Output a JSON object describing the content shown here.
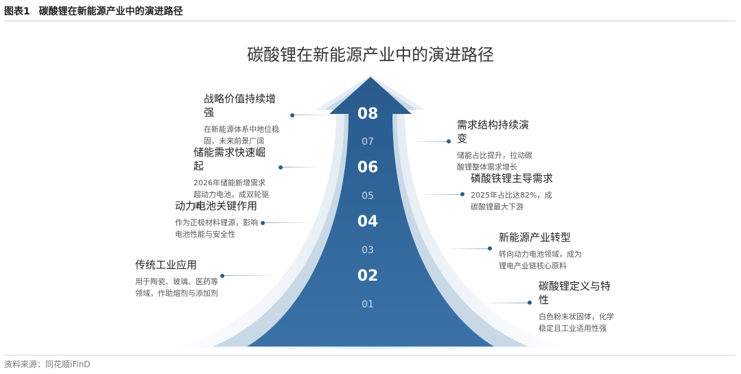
{
  "figure": {
    "number": "图表1",
    "caption": "碳酸锂在新能源产业中的演进路径",
    "title": "碳酸锂在新能源产业中的演进路径",
    "source": "资料来源：同花顺iFinD"
  },
  "steps": [
    "01",
    "02",
    "03",
    "04",
    "05",
    "06",
    "07",
    "08"
  ],
  "left_items": [
    {
      "title": "战略价值持续增强",
      "desc": "在新能源体系中地位稳固，未来前景广阔"
    },
    {
      "title": "储能需求快速崛起",
      "desc": "2026年储能新增需求超动力电池，成双轮驱动"
    },
    {
      "title": "动力电池关键作用",
      "desc": "作为正极材料锂源，影响电池性能与安全性"
    },
    {
      "title": "传统工业应用",
      "desc": "用于陶瓷、玻璃、医药等领域，作助熔剂与添加剂"
    }
  ],
  "right_items": [
    {
      "title": "需求结构持续演变",
      "desc": "储能占比提升，拉动碳酸锂整体需求增长"
    },
    {
      "title": "磷酸铁锂主导需求",
      "desc": "2025年占比达82%，成碳酸锂最大下游"
    },
    {
      "title": "新能源产业转型",
      "desc": "转向动力电池领域，成为锂电产业链核心原料"
    },
    {
      "title": "碳酸锂定义与特性",
      "desc": "白色粉末状固体，化学稳定且工业适用性强"
    }
  ],
  "colors": {
    "arrow_dark": "#2c6296",
    "arrow_light": "#dfe8f1",
    "dot": "#2b5c8a"
  }
}
